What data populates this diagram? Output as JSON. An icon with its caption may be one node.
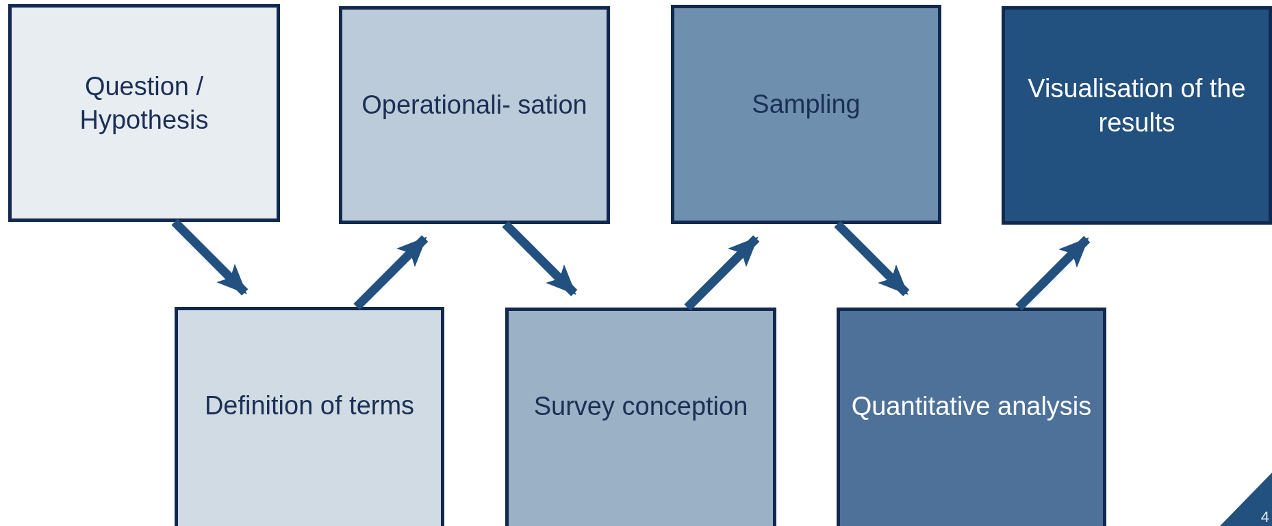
{
  "diagram": {
    "nodes": [
      {
        "text": [
          "Question / Hypothesis"
        ]
      },
      {
        "text": [
          "Definition of terms"
        ]
      },
      {
        "text": [
          "Operationali- sation"
        ]
      },
      {
        "text": [
          "Survey conception"
        ]
      },
      {
        "text": [
          "Sampling"
        ]
      },
      {
        "text": [
          "Quantitative analysis"
        ]
      },
      {
        "text": [
          "Visualisation of the results"
        ]
      }
    ],
    "edges": [
      {
        "from": 0,
        "to": 1,
        "arrow": "to"
      },
      {
        "from": 1,
        "to": 2,
        "arrow": "to"
      },
      {
        "from": 2,
        "to": 3,
        "arrow": "to"
      },
      {
        "from": 3,
        "to": 4,
        "arrow": "to"
      },
      {
        "from": 4,
        "to": 5,
        "arrow": "to"
      },
      {
        "from": 5,
        "to": 6,
        "arrow": "to"
      }
    ],
    "labels": [
      "4"
    ]
  }
}
